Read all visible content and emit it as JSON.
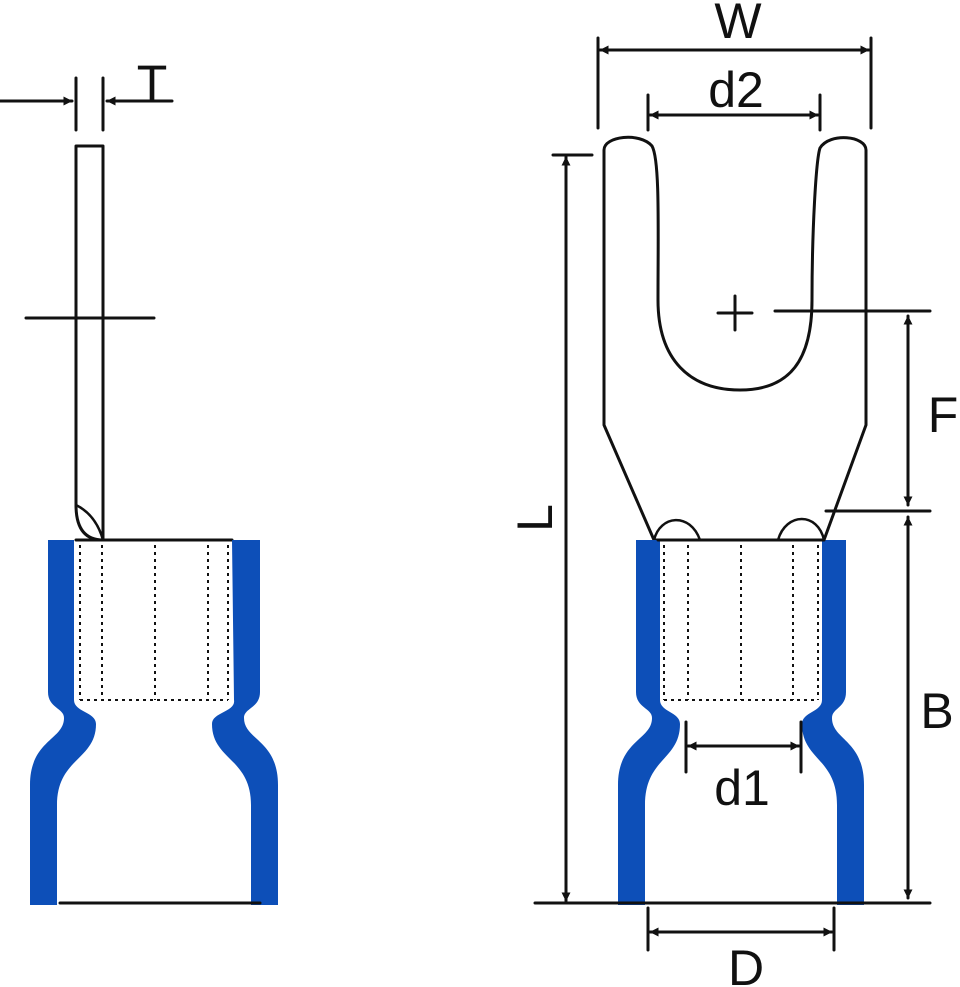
{
  "colors": {
    "insulation": "#0d4fb8",
    "line": "#111111",
    "background": "#ffffff"
  },
  "labels": {
    "T": "T",
    "W": "W",
    "d2": "d2",
    "L": "L",
    "F": "F",
    "B": "B",
    "d1": "d1",
    "D": "D"
  }
}
